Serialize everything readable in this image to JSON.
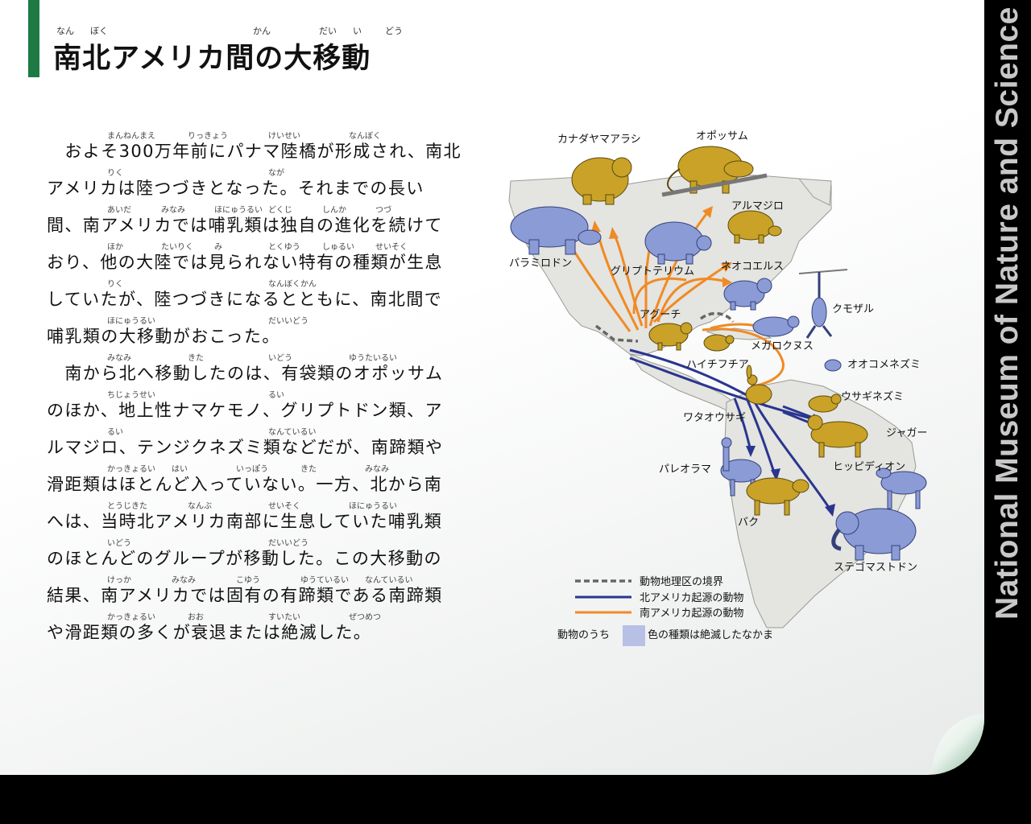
{
  "title": {
    "text": "南北アメリカ間の大移動",
    "ruby": [
      "なん",
      "ぼく",
      "かん",
      "だい",
      "い",
      "どう"
    ]
  },
  "body": {
    "lines": [
      {
        "text": "　およそ300万年前にパナマ陸橋が形成され、南北",
        "ruby": [
          {
            "t": "まんねんまえ"
          },
          {
            "t": "りっきょう"
          },
          {
            "t": "けいせい"
          },
          {
            "t": "なんぼく"
          }
        ]
      },
      {
        "text": "アメリカは陸つづきとなった。それまでの長い",
        "ruby": [
          {
            "t": "りく"
          },
          {
            "t": "なが"
          }
        ]
      },
      {
        "text": "間、南アメリカでは哺乳類は独自の進化を続けて",
        "ruby": [
          {
            "t": "あいだ"
          },
          {
            "t": "みなみ"
          },
          {
            "t": "ほにゅうるい"
          },
          {
            "t": "どくじ"
          },
          {
            "t": "しんか"
          },
          {
            "t": "つづ"
          }
        ]
      },
      {
        "text": "おり、他の大陸では見られない特有の種類が生息",
        "ruby": [
          {
            "t": "ほか"
          },
          {
            "t": "たいりく"
          },
          {
            "t": "み"
          },
          {
            "t": "とくゆう"
          },
          {
            "t": "しゅるい"
          },
          {
            "t": "せいそく"
          }
        ]
      },
      {
        "text": "していたが、陸つづきになるとともに、南北間で",
        "ruby": [
          {
            "t": "りく"
          },
          {
            "t": "なんぼくかん"
          }
        ]
      },
      {
        "text": "哺乳類の大移動がおこった。",
        "ruby": [
          {
            "t": "ほにゅうるい"
          },
          {
            "t": "だいいどう"
          }
        ]
      },
      {
        "text": "　南から北へ移動したのは、有袋類のオポッサム",
        "ruby": [
          {
            "t": "みなみ"
          },
          {
            "t": "きた"
          },
          {
            "t": "いどう"
          },
          {
            "t": "ゆうたいるい"
          }
        ]
      },
      {
        "text": "のほか、地上性ナマケモノ、グリプトドン類、ア",
        "ruby": [
          {
            "t": "ちじょうせい"
          },
          {
            "t": "るい"
          }
        ]
      },
      {
        "text": "ルマジロ、テンジクネズミ類などだが、南蹄類や",
        "ruby": [
          {
            "t": "るい"
          },
          {
            "t": "なんているい"
          }
        ]
      },
      {
        "text": "滑距類はほとんど入っていない。一方、北から南",
        "ruby": [
          {
            "t": "かっきょるい"
          },
          {
            "t": "はい"
          },
          {
            "t": "いっぽう"
          },
          {
            "t": "きた"
          },
          {
            "t": "みなみ"
          }
        ]
      },
      {
        "text": "へは、当時北アメリカ南部に生息していた哺乳類",
        "ruby": [
          {
            "t": "とうじきた"
          },
          {
            "t": "なんぶ"
          },
          {
            "t": "せいそく"
          },
          {
            "t": "ほにゅうるい"
          }
        ]
      },
      {
        "text": "のほとんどのグループが移動した。この大移動の",
        "ruby": [
          {
            "t": "いどう"
          },
          {
            "t": "だいいどう"
          }
        ]
      },
      {
        "text": "結果、南アメリカでは固有の有蹄類である南蹄類",
        "ruby": [
          {
            "t": "けっか"
          },
          {
            "t": "みなみ"
          },
          {
            "t": "こゆう"
          },
          {
            "t": "ゆうているい"
          },
          {
            "t": "なんているい"
          }
        ]
      },
      {
        "text": "や滑距類の多くが衰退または絶滅した。",
        "ruby": [
          {
            "t": "かっきょるい"
          },
          {
            "t": "おお"
          },
          {
            "t": "すいたい"
          },
          {
            "t": "ぜつめつ"
          }
        ]
      }
    ]
  },
  "map": {
    "animals": {
      "kanadayamaarashi": "カナダヤマアラシ",
      "opossum": "オポッサム",
      "armadillo": "アルマジロ",
      "paramylodon": "パラミロドン",
      "glyptotherium": "グリプトテリウム",
      "neochoerus": "ネオコエルス",
      "kumozaru": "クモザル",
      "aguti": "アグーチ",
      "megalocnus": "メガロクヌス",
      "haichifuchia": "ハイチフチア",
      "ookomenezumi": "オオコメネズミ",
      "usaginezumi": "ウサギネズミ",
      "watauusagi": "ワタオウサギ",
      "jaguar": "ジャガー",
      "hippidion": "ヒッピディオン",
      "paleolama": "パレオラマ",
      "baku": "バク",
      "stegomastodon": "ステゴマストドン"
    },
    "legend": {
      "boundary": "動物地理区の境界",
      "north_origin": "北アメリカ起源の動物",
      "south_origin": "南アメリカ起源の動物",
      "extinct_prefix": "動物のうち",
      "extinct_suffix": "色の種類は絶滅したなかま"
    },
    "colors": {
      "extinct": "#8b9bd6",
      "extant": "#c9a227",
      "north_arrow": "#2a3590",
      "south_arrow": "#f08a24",
      "boundary": "#666666",
      "land": "#e4e4e0"
    }
  },
  "side_text": "National Museum of Nature and Science"
}
